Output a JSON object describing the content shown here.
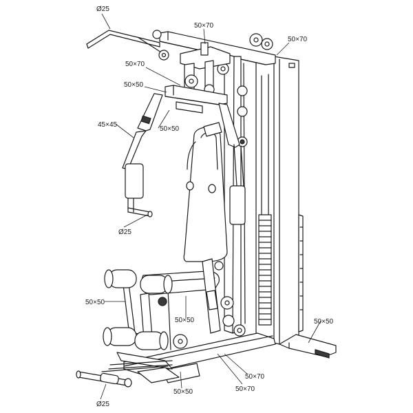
{
  "labels": {
    "top_bar_dia": "Ø25",
    "top_beam": "50×70",
    "upright_top": "50×70",
    "press_arm_top": "50×70",
    "press_frame": "50×50",
    "press_pivot": "50×50",
    "press_arm": "45×45",
    "handle_dia": "Ø25",
    "leg_frame_left": "50×50",
    "leg_frame_mid": "50×50",
    "rear_base": "50×50",
    "base_low_1": "50×70",
    "base_low_2": "50×70",
    "front_base": "50×50",
    "foot_bar_dia": "Ø25"
  }
}
